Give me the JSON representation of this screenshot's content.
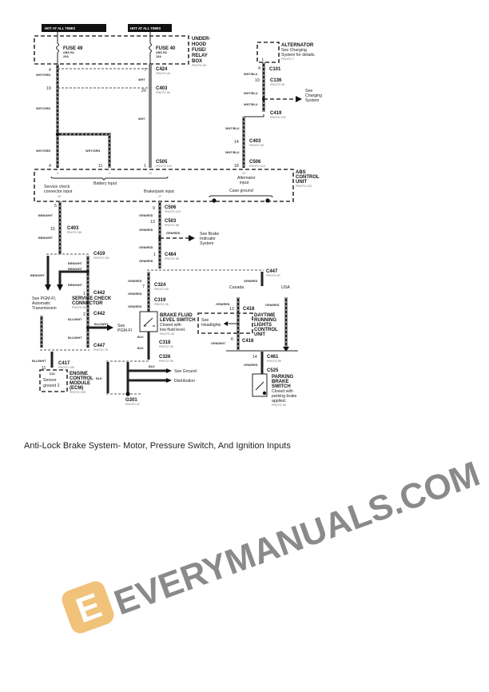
{
  "diagram": {
    "hot1": "HOT AT ALL TIMES",
    "hot2": "HOT AT ALL TIMES",
    "fuse49": {
      "name": "FUSE 49",
      "circuit": "ABS B1",
      "rating": "20A"
    },
    "fuse40": {
      "name": "FUSE 40",
      "circuit": "ABS B2",
      "rating": "15A"
    },
    "fusebox": [
      "UNDER-",
      "HOOD",
      "FUSE/",
      "RELAY",
      "BOX"
    ],
    "fusebox_photo": "PHOTO 40",
    "alternator": {
      "title": "ALTERNATOR",
      "l1": "See Charging",
      "l2": "System for details.",
      "photo": "PHOTO 7",
      "pin": "L"
    },
    "see_charging": [
      "See",
      "Charging",
      "System"
    ],
    "connectors": {
      "c424": "C424",
      "c424p": "PHOTO 44",
      "c403a": "C403",
      "c403ap": "PHOTO 99",
      "c505": "C505",
      "c505p": "PHOTO 124",
      "c101": "C101",
      "c136": "C136",
      "c136p": "PHOTO 39",
      "c419a": "C419",
      "c419ap": "PHOTO 101",
      "c403b": "C403",
      "c403bp": "PHOTO 99",
      "c506a": "C506",
      "c506ap": "PHOTO 124",
      "c506b": "C506",
      "c506bp": "PHOTO 124",
      "c503": "C503",
      "c503p": "PHOTO 98",
      "c464": "C464",
      "c464p": "PHOTO 98",
      "c403c": "C403",
      "c403cp": "PHOTO 99",
      "c419b": "C419",
      "c419bp": "PHOTO 101",
      "c442a": "C442",
      "c442b": "C442",
      "c447a": "C447",
      "c447ap": "PHOTO 79",
      "c417": "C417",
      "c417p": "PHOTO 108",
      "c447b": "C447",
      "c447bp": "PHOTO 87",
      "c324": "C324",
      "c324p": "PHOTO 60",
      "c319": "C319",
      "c319p": "PHOTO 36",
      "c318": "C318",
      "c318p": "PHOTO 36",
      "c326": "C326",
      "c326p": "PHOTO 36",
      "c418a": "C418",
      "c418b": "C418",
      "c461": "C461",
      "c461p": "PHOTO 80",
      "c525": "C525",
      "g301": "G301",
      "g301p": "PHOTO 22"
    },
    "pins": {
      "p4": "4",
      "p7": "7",
      "p19": "19",
      "p20": "20",
      "p4b": "4",
      "p11": "11",
      "p1": "1",
      "p4c": "4",
      "p10": "10",
      "p14": "14",
      "p18": "18",
      "p5": "5",
      "p15": "15",
      "p9": "9",
      "p13": "13",
      "p1b": "1",
      "p1c": "1",
      "p2": "2",
      "p11b": "11",
      "p7b": "7",
      "p13b": "13",
      "p6": "6",
      "p14b": "14"
    },
    "wires": {
      "wg": "WHT/GRN",
      "wht": "WHT",
      "wb": "WHT/BLU",
      "bw": "BRN/WHT",
      "gr": "GRN/RED",
      "blw": "BLU/WHT",
      "blk": "BLK",
      "gw": "GRN/WHT"
    },
    "abs": {
      "title": [
        "ABS",
        "CONTROL",
        "UNIT"
      ],
      "photo": "PHOTO 124",
      "pin9": "9",
      "pin2": "2",
      "pin12": "12",
      "pin13": "13",
      "pin25": "25",
      "pin27": "27",
      "battery": "Battery input",
      "alternator": [
        "Alternator",
        "input"
      ],
      "service": [
        "Service check",
        "connector input"
      ],
      "brake": "Brake/park input",
      "ground": "Case ground"
    },
    "see_brake": [
      "See Brake",
      "Indicator",
      "System"
    ],
    "service_conn": {
      "title": [
        "SERVICE CHECK",
        "CONNECTOR"
      ],
      "photo": "PHOTO 92"
    },
    "see_pgm_at": [
      "See PGM-FI,",
      "Automatic",
      "Transmission"
    ],
    "see_pgm": [
      "See",
      "PGM-FI"
    ],
    "ecm": {
      "pin": "D21",
      "l1": "Sensor",
      "l2": "ground 2",
      "title": [
        "ENGINE",
        "CONTROL",
        "MODULE",
        "(ECM)"
      ],
      "photo": "PHOTO 108"
    },
    "brake_fluid": {
      "title": [
        "BRAKE FLUID",
        "LEVEL SWITCH"
      ],
      "l1": "Closed with",
      "l2": "low fluid level.",
      "photo": "PHOTO 36"
    },
    "canada": "Canada",
    "usa": "USA",
    "see_headlights": [
      "See",
      "Headlights"
    ],
    "drl": [
      "DAYTIME",
      "RUNNING",
      "LIGHTS",
      "CONTROL",
      "UNIT"
    ],
    "parking": {
      "title": [
        "PARKING",
        "BRAKE",
        "SWITCH"
      ],
      "l1": "Closed with",
      "l2": "parking brake",
      "l3": "applied.",
      "photo": "PHOTO 94"
    },
    "see_ground": [
      "See Ground",
      "Distribution"
    ]
  },
  "watermark": "EVERYMANUALS.COM",
  "watermark_logo": "E",
  "caption": "Anti-Lock Brake System- Motor, Pressure Switch, And Ignition Inputs"
}
